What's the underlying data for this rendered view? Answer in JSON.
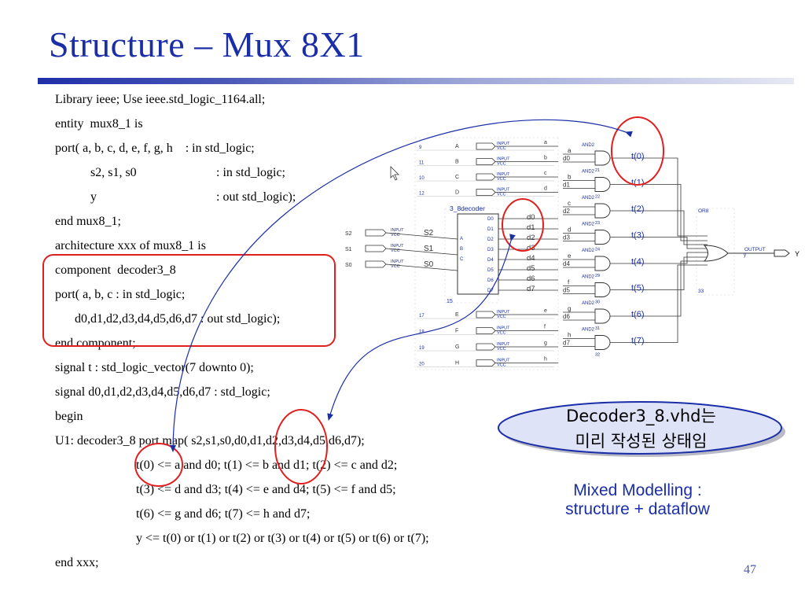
{
  "slide": {
    "title": "Structure – Mux 8X1",
    "page_number": "47"
  },
  "code_lines": [
    "Library ieee; Use ieee.std_logic_1164.all;",
    "entity  mux8_1 is",
    "port( a, b, c, d, e, f, g, h    : in std_logic;",
    "s2, s1, s0",
    ": in std_logic;",
    "y",
    ": out std_logic);",
    "end mux8_1;",
    "architecture xxx of mux8_1 is",
    "component  decoder3_8",
    "port( a, b, c : in std_logic;",
    "d0,d1,d2,d3,d4,d5,d6,d7 : out std_logic);",
    "end component;",
    "signal t : std_logic_vector(7 downto 0);",
    "signal d0,d1,d2,d3,d4,d5,d6,d7 : std_logic;",
    "begin",
    "U1: decoder3_8 port map( s2,s1,s0,d0,d1,d2,d3,d4,d5,d6,d7);",
    "t(0) <= a and d0; t(1) <= b and d1; t(2) <= c and d2;",
    "t(3) <= d and d3; t(4) <= e and d4; t(5) <= f and d5;",
    "t(6) <= g and d6; t(7) <= h and d7;",
    "y <= t(0) or t(1) or t(2) or t(3) or t(4) or t(5) or t(6) or t(7);",
    "end xxx;"
  ],
  "callout": {
    "line1": "Decoder3_8.vhd는",
    "line2": "미리 작성된 상태임"
  },
  "note": {
    "line1": "Mixed Modelling :",
    "line2": "structure +  dataflow"
  },
  "schematic": {
    "inputs_top": [
      {
        "pin": "9",
        "name": "A",
        "net": "a"
      },
      {
        "pin": "11",
        "name": "B",
        "net": "b"
      },
      {
        "pin": "10",
        "name": "C",
        "net": "c"
      },
      {
        "pin": "12",
        "name": "D",
        "net": "d"
      }
    ],
    "inputs_bottom": [
      {
        "pin": "17",
        "name": "E",
        "net": "e"
      },
      {
        "pin": "18",
        "name": "F",
        "net": "f"
      },
      {
        "pin": "19",
        "name": "G",
        "net": "g"
      },
      {
        "pin": "20",
        "name": "H",
        "net": "h"
      }
    ],
    "select_inputs": [
      "S2",
      "S1",
      "S0"
    ],
    "select_nets": [
      "S2",
      "S1",
      "S0"
    ],
    "input_tag": "INPUT",
    "vcc_tag": "VCC",
    "decoder_name": "3_8decoder",
    "decoder_inputs": [
      "A",
      "B",
      "C"
    ],
    "decoder_outputs": [
      "D0",
      "D1",
      "D2",
      "D3",
      "D4",
      "D5",
      "D6",
      "D7"
    ],
    "decoder_nets": [
      "d0",
      "d1",
      "d2",
      "d3",
      "d4",
      "d5",
      "d6",
      "d7"
    ],
    "decoder_id": "15",
    "and_gates": [
      {
        "a": "a",
        "d": "d0",
        "t": "t(0)",
        "id": "21"
      },
      {
        "a": "b",
        "d": "d1",
        "t": "t(1)",
        "id": "22"
      },
      {
        "a": "c",
        "d": "d2",
        "t": "t(2)",
        "id": "23"
      },
      {
        "a": "d",
        "d": "d3",
        "t": "t(3)",
        "id": "24"
      },
      {
        "a": "e",
        "d": "d4",
        "t": "t(4)",
        "id": "29"
      },
      {
        "a": "f",
        "d": "d5",
        "t": "t(5)",
        "id": "30"
      },
      {
        "a": "g",
        "d": "d6",
        "t": "t(6)",
        "id": "31"
      },
      {
        "a": "h",
        "d": "d7",
        "t": "t(7)",
        "id": "32"
      }
    ],
    "and_tag": "AND2",
    "or_tag": "OR8",
    "or_id": "33",
    "output_tag": "OUTPUT",
    "output_net": "y",
    "output_name": "Y"
  },
  "colors": {
    "title": "#1a2ea8",
    "circle": "#e02020",
    "arrow": "#1a2ea8",
    "callout_fill": "#dfe3f7"
  }
}
